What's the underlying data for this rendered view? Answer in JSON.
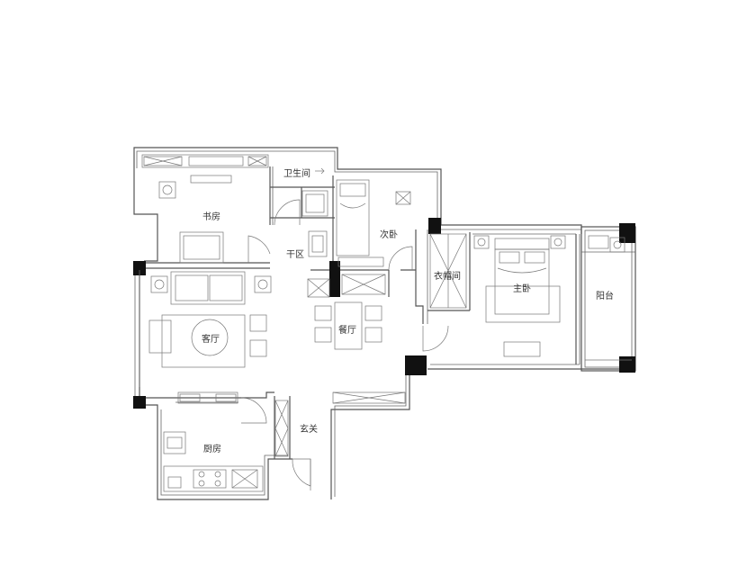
{
  "rooms": {
    "study": "书房",
    "bathroom": "卫生间",
    "second_bedroom": "次卧",
    "dry_area": "干区",
    "walk_in_closet": "衣帽间",
    "master_bedroom": "主卧",
    "balcony": "阳台",
    "living_room": "客厅",
    "dining_room": "餐厅",
    "kitchen": "厨房",
    "entrance": "玄关"
  }
}
